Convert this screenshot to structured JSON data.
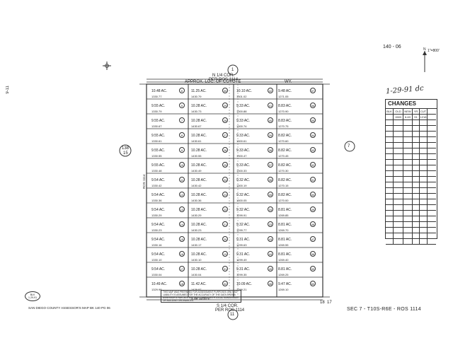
{
  "header": {
    "book_id": "140 - 06",
    "scale": "1\"=800'",
    "date_note": "1-29-91 dc",
    "left_number": "9-11",
    "north_corner": "N 1/4 COR.",
    "north_corner_ref": "PER ROS 1114",
    "top_road": "APPROX. LOC. OF COYOTE",
    "top_road_suffix": "WY."
  },
  "changes": {
    "title": "CHANGES",
    "columns": [
      "BLK",
      "OLD",
      "NEW",
      "YR",
      "CUT"
    ],
    "rows": [
      [
        "",
        "1583",
        "6-63",
        "91",
        "1218"
      ]
    ]
  },
  "annotations": {
    "left_section": "15",
    "left_section_top": "138",
    "right_section": "7",
    "top_circle": "1",
    "bottom_circle": "11",
    "south_corner": "S 1/4 COR.",
    "south_corner_ref": "PER ROS 1114",
    "bottom_left_num": "18",
    "bottom_right_num": "17",
    "left_ros": "ROS 1114",
    "south_road": "S.89°34'35\"E."
  },
  "parcels": [
    {
      "no": "6",
      "acre": "10.48 AC.",
      "side": "1330.77"
    },
    {
      "no": "5",
      "acre": "9.55 AC.",
      "side": "1330.79"
    },
    {
      "no": "7",
      "acre": "9.55 AC.",
      "side": "1330.67"
    },
    {
      "no": "8",
      "acre": "9.55 AC.",
      "side": "1330.61"
    },
    {
      "no": "9",
      "acre": "9.55 AC.",
      "side": "1330.55"
    },
    {
      "no": "10",
      "acre": "9.55 AC.",
      "side": "1330.48"
    },
    {
      "no": "11",
      "acre": "9.54 AC.",
      "side": "1330.42"
    },
    {
      "no": "12",
      "acre": "9.54 AC.",
      "side": "1330.36"
    },
    {
      "no": "13",
      "acre": "9.54 AC.",
      "side": "1330.29"
    },
    {
      "no": "14",
      "acre": "9.54 AC.",
      "side": "1330.23"
    },
    {
      "no": "15",
      "acre": "9.54 AC.",
      "side": "1330.16"
    },
    {
      "no": "16",
      "acre": "9.54 AC.",
      "side": "1330.10"
    },
    {
      "no": "17",
      "acre": "9.54 AC.",
      "side": "1330.04"
    },
    {
      "no": "18",
      "acre": "10.49 AC.",
      "side": "1329.98"
    },
    {
      "no": "30",
      "acre": "11.25 AC.",
      "side": "1430.79"
    },
    {
      "no": "29",
      "acre": "10.28 AC.",
      "side": "1430.73"
    },
    {
      "no": "28",
      "acre": "10.28 AC.",
      "side": "1430.67"
    },
    {
      "no": "27",
      "acre": "10.28 AC.",
      "side": "1430.61"
    },
    {
      "no": "26",
      "acre": "10.28 AC.",
      "side": "1430.55"
    },
    {
      "no": "25",
      "acre": "10.28 AC.",
      "side": "1430.49"
    },
    {
      "no": "24",
      "acre": "10.28 AC.",
      "side": "1430.42"
    },
    {
      "no": "23",
      "acre": "10.28 AC.",
      "side": "1430.36"
    },
    {
      "no": "22",
      "acre": "10.28 AC.",
      "side": "1430.29"
    },
    {
      "no": "21",
      "acre": "10.28 AC.",
      "side": "1430.23"
    },
    {
      "no": "20",
      "acre": "10.28 AC.",
      "side": "1430.17"
    },
    {
      "no": "19",
      "acre": "10.28 AC.",
      "side": "1430.10"
    },
    {
      "no": "31",
      "acre": "10.28 AC.",
      "side": "1430.04"
    },
    {
      "no": "32",
      "acre": "11.42 AC.",
      "side": "1429.97"
    },
    {
      "no": "42",
      "acre": "10.10 AC.",
      "side": "1301.02"
    },
    {
      "no": "41",
      "acre": "9.33 AC.",
      "side": "1300.88"
    },
    {
      "no": "40",
      "acre": "9.33 AC.",
      "side": "1300.74"
    },
    {
      "no": "39",
      "acre": "9.33 AC.",
      "side": "1300.61"
    },
    {
      "no": "38",
      "acre": "9.33 AC.",
      "side": "1300.47"
    },
    {
      "no": "37",
      "acre": "9.33 AC.",
      "side": "1300.33"
    },
    {
      "no": "36",
      "acre": "9.32 AC.",
      "side": "1300.19"
    },
    {
      "no": "35",
      "acre": "9.32 AC.",
      "side": "1300.05"
    },
    {
      "no": "34",
      "acre": "9.32 AC.",
      "side": "1299.91"
    },
    {
      "no": "33",
      "acre": "9.32 AC.",
      "side": "1299.77"
    },
    {
      "no": "43",
      "acre": "9.31 AC.",
      "side": "1299.63"
    },
    {
      "no": "44",
      "acre": "9.31 AC.",
      "side": "1299.49"
    },
    {
      "no": "45",
      "acre": "9.31 AC.",
      "side": "1299.35"
    },
    {
      "no": "46",
      "acre": "10.09 AC.",
      "side": "1299.21"
    },
    {
      "no": "57",
      "acre": "9.48 AC.",
      "side": "1271.05"
    },
    {
      "no": "56",
      "acre": "8.83 AC.",
      "side": "1270.90"
    },
    {
      "no": "55",
      "acre": "8.83 AC.",
      "side": "1270.75"
    },
    {
      "no": "54",
      "acre": "8.82 AC.",
      "side": "1270.60"
    },
    {
      "no": "53",
      "acre": "8.82 AC.",
      "side": "1270.45"
    },
    {
      "no": "52",
      "acre": "8.82 AC.",
      "side": "1270.30"
    },
    {
      "no": "51",
      "acre": "8.82 AC.",
      "side": "1270.15"
    },
    {
      "no": "50",
      "acre": "8.82 AC.",
      "side": "1270.00"
    },
    {
      "no": "49",
      "acre": "8.81 AC.",
      "side": "1269.85"
    },
    {
      "no": "48",
      "acre": "8.81 AC.",
      "side": "1269.70"
    },
    {
      "no": "47",
      "acre": "8.81 AC.",
      "side": "1269.55"
    },
    {
      "no": "58",
      "acre": "8.81 AC.",
      "side": "1269.40"
    },
    {
      "no": "59",
      "acre": "8.81 AC.",
      "side": "1269.25"
    },
    {
      "no": "60",
      "acre": "9.47 AC.",
      "side": "1269.10"
    }
  ],
  "footer": {
    "notice": "THIS MAP WAS PREPARED FOR ASSESSMENT PURPOSES ONLY. NO LIABILITY IS ASSUMED FOR THE ACCURACY OF THE DATA SHOWN. ASSESSOR'S PARCELS MAY NOT COMPLY WITH LOCAL SUBDIVISION OR BUILDING ORDINANCES.",
    "bottom_left": "SAN DIEGO COUNTY ASSESSOR'S MAP BK 140 PG 06",
    "section_label": "SEC 7 - T10S-R6E - ROS 1114",
    "stamp_line1": "BLK",
    "stamp_line2": "1-29-91"
  }
}
